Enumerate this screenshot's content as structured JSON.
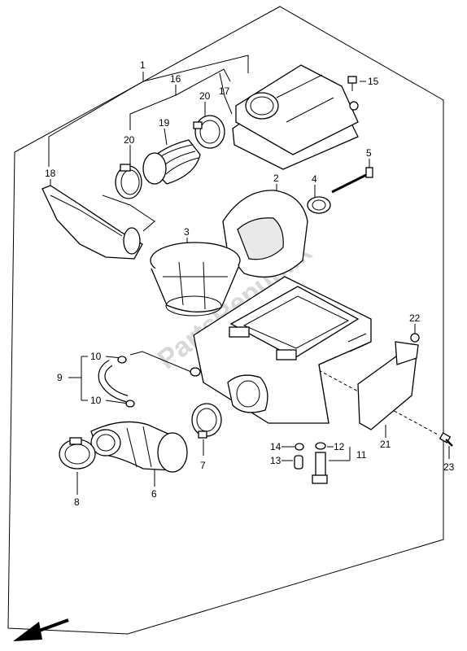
{
  "watermark": "PartsRepublik",
  "labels": {
    "p1": "1",
    "p2": "2",
    "p3": "3",
    "p4": "4",
    "p5": "5",
    "p6": "6",
    "p7": "7",
    "p8": "8",
    "p9": "9",
    "p10a": "10",
    "p10b": "10",
    "p11": "11",
    "p12": "12",
    "p13": "13",
    "p14": "14",
    "p15": "15",
    "p16": "16",
    "p17": "17",
    "p18": "18",
    "p19": "19",
    "p20a": "20",
    "p20b": "20",
    "p21": "21",
    "p22": "22",
    "p23": "23"
  },
  "icons": {
    "direction": "arrow-front-left-icon"
  }
}
